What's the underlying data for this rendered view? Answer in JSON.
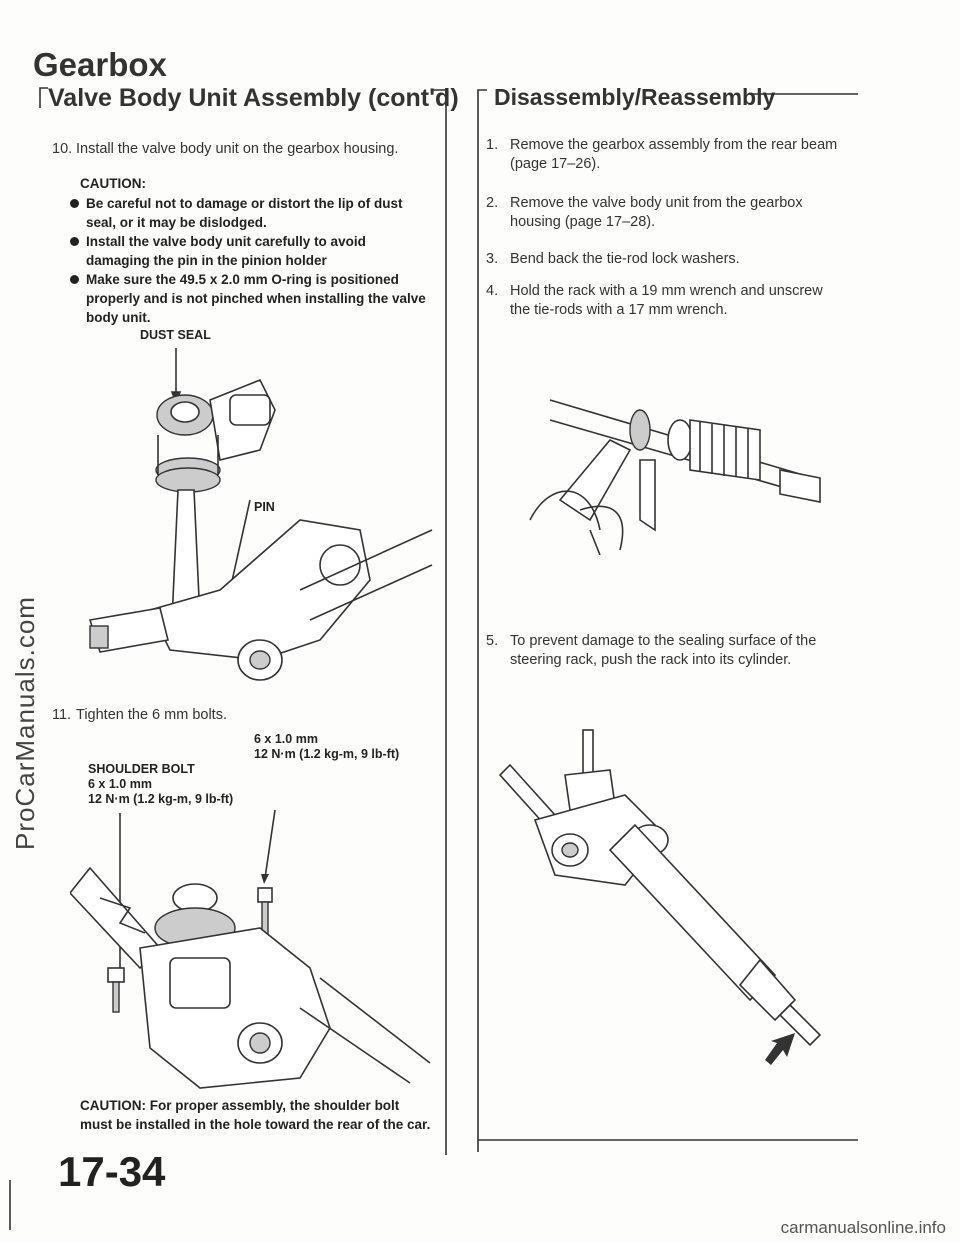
{
  "watermark_left": "ProCarManuals.com",
  "watermark_right": "carmanualsonline.info",
  "page_title": "Gearbox",
  "left": {
    "heading": "Valve Body Unit Assembly (cont'd)",
    "step10": {
      "num": "10.",
      "text": "Install the valve body unit on the gearbox housing."
    },
    "caution_label": "CAUTION:",
    "cautions": [
      "Be careful not to damage or distort the lip of dust seal, or it may be dislodged.",
      "Install the valve body unit carefully to avoid damaging the pin in the pinion holder",
      "Make sure the 49.5 x 2.0 mm O-ring is positioned properly and is not pinched when installing the valve body unit."
    ],
    "label_dust_seal": "DUST SEAL",
    "label_pin": "PIN",
    "step11": {
      "num": "11.",
      "text": "Tighten the 6 mm bolts."
    },
    "bolt_right": {
      "line1": "6 x 1.0 mm",
      "line2": "12 N·m (1.2 kg-m, 9 lb-ft)"
    },
    "bolt_shoulder": {
      "line1": "SHOULDER BOLT",
      "line2": "6 x 1.0 mm",
      "line3": "12 N·m (1.2 kg-m, 9 lb-ft)"
    },
    "caution_bottom_label": "CAUTION:",
    "caution_bottom_text": "For proper assembly, the shoulder bolt must be installed in the hole toward the rear of the car."
  },
  "right": {
    "heading": "Disassembly/Reassembly",
    "steps": [
      {
        "num": "1.",
        "text": "Remove the gearbox assembly from the rear beam (page 17–26)."
      },
      {
        "num": "2.",
        "text": "Remove the valve body unit from the gearbox housing (page 17–28)."
      },
      {
        "num": "3.",
        "text": "Bend back the tie-rod lock washers."
      },
      {
        "num": "4.",
        "text": "Hold the rack with a 19 mm wrench and unscrew the tie-rods with a 17 mm wrench."
      },
      {
        "num": "5.",
        "text": "To prevent damage to the sealing surface of the steering rack, push the rack into its cylinder."
      }
    ]
  },
  "page_number": "17-34"
}
